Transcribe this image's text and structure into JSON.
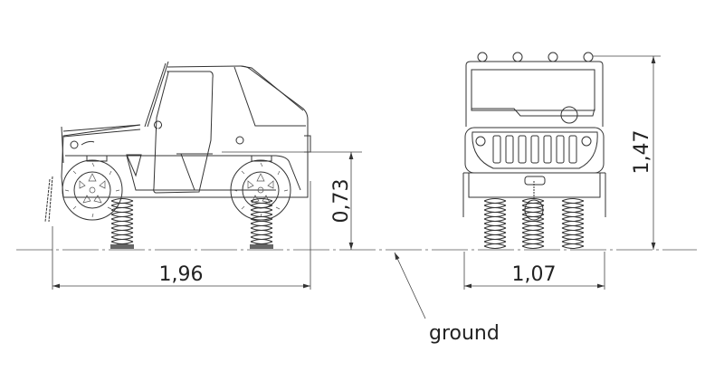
{
  "title": "Spring rider jeep dimension drawing",
  "dimensions": {
    "side_length": "1,96",
    "seat_height": "0,73",
    "front_width": "1,07",
    "total_height": "1,47"
  },
  "annotations": {
    "ground": "ground"
  },
  "colors": {
    "line": "#333333",
    "background": "#ffffff"
  }
}
